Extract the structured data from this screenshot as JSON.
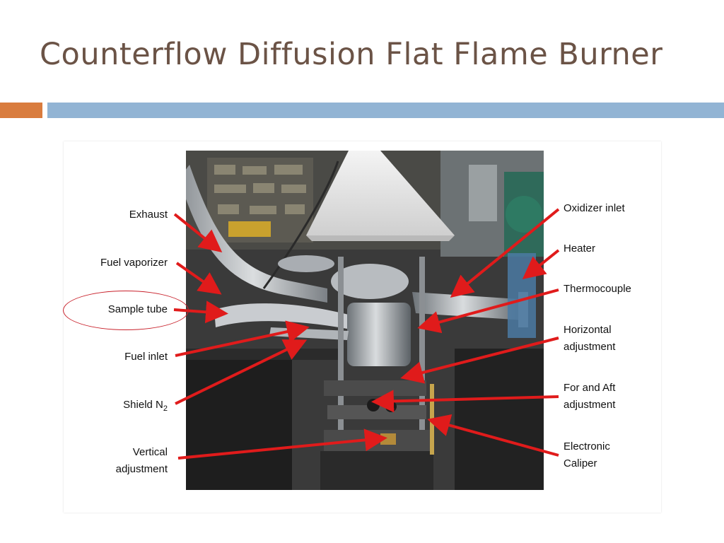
{
  "slide": {
    "title": "Counterflow Diffusion Flat Flame Burner",
    "accent_color": "#d97c3e",
    "rule_color": "#92b4d4",
    "title_color": "#6b5346"
  },
  "figure": {
    "arrow_color": "#e01b1b",
    "highlight_color": "#c8202a",
    "photo_description": "laboratory burner apparatus",
    "left_labels": {
      "exhaust": "Exhaust",
      "fuel_vaporizer": "Fuel vaporizer",
      "sample_tube": "Sample tube",
      "fuel_inlet": "Fuel inlet",
      "shield_n2": "Shield N",
      "shield_n2_sub": "2",
      "vertical_adjustment_1": "Vertical",
      "vertical_adjustment_2": "adjustment"
    },
    "right_labels": {
      "oxidizer_inlet": "Oxidizer inlet",
      "heater": "Heater",
      "thermocouple": "Thermocouple",
      "horizontal_adjustment_1": "Horizontal",
      "horizontal_adjustment_2": "adjustment",
      "fore_aft_1": "For and Aft",
      "fore_aft_2": "adjustment",
      "caliper_1": "Electronic",
      "caliper_2": "Caliper"
    }
  }
}
